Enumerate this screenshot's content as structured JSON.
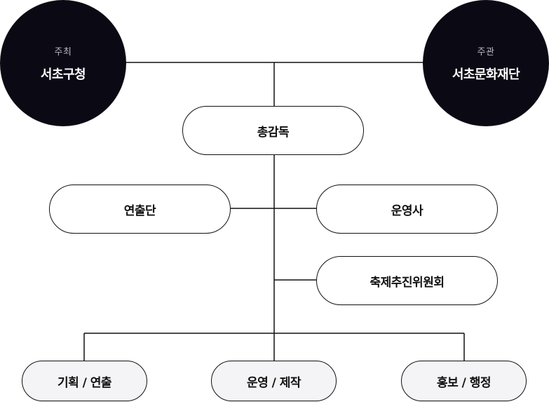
{
  "hosts": {
    "left": {
      "role": "주최",
      "name": "서초구청"
    },
    "right": {
      "role": "주관",
      "name": "서초문화재단"
    }
  },
  "director": {
    "label": "총감독"
  },
  "middle": {
    "left": {
      "label": "연출단"
    },
    "right": {
      "label": "운영사"
    },
    "committee": {
      "label": "축제추진위원회"
    }
  },
  "teams": [
    {
      "label": "기획 / 연출"
    },
    {
      "label": "운영 / 제작"
    },
    {
      "label": "홍보 / 행정"
    }
  ],
  "colors": {
    "circle_fill": "#0b0a14",
    "line": "#111111",
    "team_fill": "#f4f4f6"
  }
}
